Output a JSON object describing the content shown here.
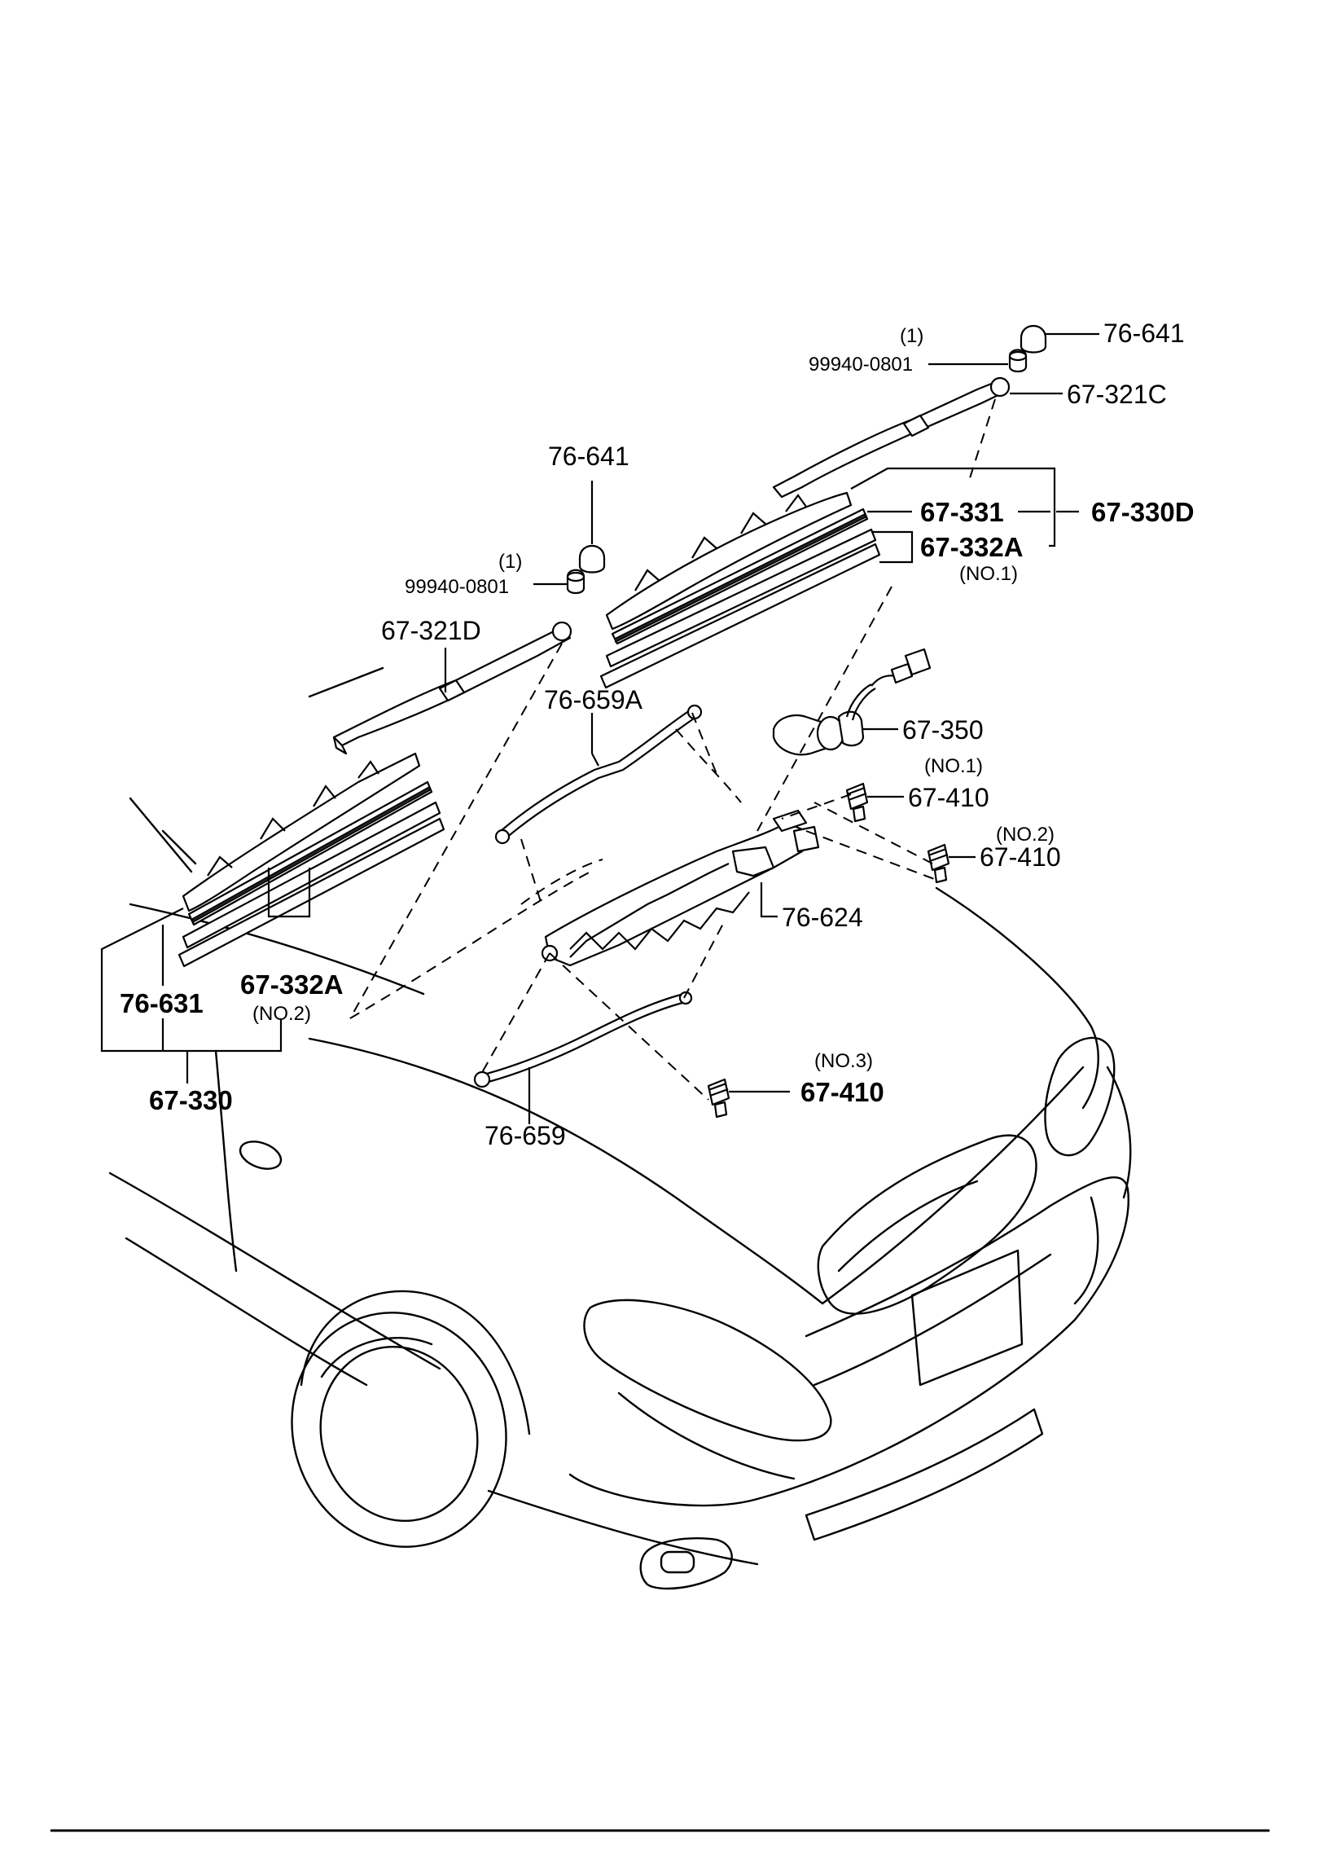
{
  "header": {
    "corner_mark": ""
  },
  "callouts": [
    {
      "id": "c1",
      "text": "76-641",
      "style": "reg"
    },
    {
      "id": "c2",
      "text": "(1)",
      "style": "sm"
    },
    {
      "id": "c3",
      "text": "99940-0801",
      "style": "sm"
    },
    {
      "id": "c4",
      "text": "67-321C",
      "style": "reg"
    },
    {
      "id": "c5",
      "text": "76-641",
      "style": "reg"
    },
    {
      "id": "c6",
      "text": "67-331",
      "style": "bold"
    },
    {
      "id": "c7",
      "text": "67-330D",
      "style": "bold"
    },
    {
      "id": "c8",
      "text": "67-332A",
      "style": "bold"
    },
    {
      "id": "c9",
      "text": "(NO.1)",
      "style": "sm"
    },
    {
      "id": "c10",
      "text": "(1)",
      "style": "sm"
    },
    {
      "id": "c11",
      "text": "99940-0801",
      "style": "sm"
    },
    {
      "id": "c12",
      "text": "67-321D",
      "style": "reg"
    },
    {
      "id": "c13",
      "text": "76-659A",
      "style": "reg"
    },
    {
      "id": "c14",
      "text": "67-350",
      "style": "reg"
    },
    {
      "id": "c15",
      "text": "(NO.1)",
      "style": "sm"
    },
    {
      "id": "c16",
      "text": "67-410",
      "style": "reg"
    },
    {
      "id": "c17",
      "text": "(NO.2)",
      "style": "sm"
    },
    {
      "id": "c18",
      "text": "67-410",
      "style": "reg"
    },
    {
      "id": "c19",
      "text": "76-624",
      "style": "reg"
    },
    {
      "id": "c20",
      "text": "76-631",
      "style": "bold"
    },
    {
      "id": "c21",
      "text": "67-332A",
      "style": "bold"
    },
    {
      "id": "c22",
      "text": "(NO.2)",
      "style": "sm"
    },
    {
      "id": "c23",
      "text": "67-330",
      "style": "bold"
    },
    {
      "id": "c24",
      "text": "(NO.3)",
      "style": "sm"
    },
    {
      "id": "c25",
      "text": "67-410",
      "style": "bold"
    },
    {
      "id": "c26",
      "text": "76-659",
      "style": "reg"
    }
  ]
}
